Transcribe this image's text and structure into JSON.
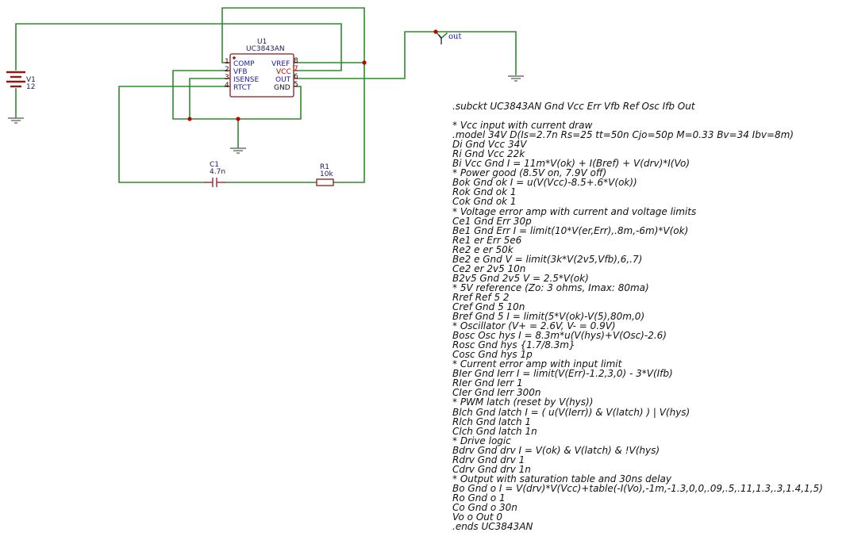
{
  "schematic": {
    "ic": {
      "ref": "U1",
      "value": "UC3843AN",
      "pins_left": [
        {
          "num": "1",
          "name": "COMP"
        },
        {
          "num": "2",
          "name": "VFB"
        },
        {
          "num": "3",
          "name": "ISENSE"
        },
        {
          "num": "4",
          "name": "RTCT"
        }
      ],
      "pins_right": [
        {
          "num": "8",
          "name": "VREF"
        },
        {
          "num": "7",
          "name": "VCC"
        },
        {
          "num": "6",
          "name": "OUT"
        },
        {
          "num": "5",
          "name": "GND"
        }
      ]
    },
    "v1": {
      "ref": "V1",
      "value": "12"
    },
    "c1": {
      "ref": "C1",
      "value": "4.7n"
    },
    "r1": {
      "ref": "R1",
      "value": "10k"
    },
    "out_label": "out",
    "colors": {
      "wire": "#2e8b2e",
      "component": "#8b1a1a",
      "label": "#1a1aa8",
      "vcc_label": "#c00000",
      "junction": "#c00000"
    }
  },
  "netlist": [
    ".subckt UC3843AN Gnd Vcc Err Vfb Ref Osc Ifb Out",
    "",
    "* Vcc input with current draw",
    ".model 34V D(Is=2.7n Rs=25 tt=50n Cjo=50p M=0.33 Bv=34 Ibv=8m)",
    "Di Gnd Vcc 34V",
    "Ri Gnd Vcc 22k",
    "Bi Vcc Gnd I = 11m*V(ok) + I(Bref) + V(drv)*I(Vo)",
    "* Power good (8.5V on, 7.9V off)",
    "Bok Gnd ok I = u(V(Vcc)-8.5+.6*V(ok))",
    "Rok Gnd ok 1",
    "Cok Gnd ok 1",
    "* Voltage error amp with current and voltage limits",
    "Ce1 Gnd Err 30p",
    "Be1 Gnd Err I = limit(10*V(er,Err),.8m,-6m)*V(ok)",
    "Re1 er Err 5e6",
    "Re2 e er 50k",
    "Be2 e Gnd V = limit(3k*V(2v5,Vfb),6,.7)",
    "Ce2 er 2v5 10n",
    "B2v5 Gnd 2v5 V = 2.5*V(ok)",
    "* 5V reference (Zo: 3 ohms, Imax: 80ma)",
    "Rref Ref 5 2",
    "Cref Gnd 5 10n",
    "Bref Gnd 5 I = limit(5*V(ok)-V(5),80m,0)",
    "* Oscillator (V+ = 2.6V, V- = 0.9V)",
    "Bosc Osc hys I = 8.3m*u(V(hys)+V(Osc)-2.6)",
    "Rosc Gnd hys {1.7/8.3m}",
    "Cosc Gnd hys 1p",
    "* Current error amp with input limit",
    "BIer Gnd Ierr I = limit(V(Err)-1.2,3,0) - 3*V(Ifb)",
    "RIer Gnd Ierr 1",
    "CIer Gnd Ierr 300n",
    "* PWM latch (reset by V(hys))",
    "Blch Gnd latch I = ( u(V(Ierr)) & V(latch) ) | V(hys)",
    "Rlch Gnd latch 1",
    "Clch Gnd latch 1n",
    "* Drive logic",
    "Bdrv Gnd drv I = V(ok) & V(latch) & !V(hys)",
    "Rdrv Gnd drv 1",
    "Cdrv Gnd drv 1n",
    "* Output with saturation table and 30ns delay",
    "Bo Gnd o I = V(drv)*V(Vcc)+table(-I(Vo),-1m,-1.3,0,0,.09,.5,.11,1.3,.3,1.4,1,5)",
    "Ro Gnd o 1",
    "Co Gnd o 30n",
    "Vo o Out 0",
    ".ends UC3843AN"
  ]
}
